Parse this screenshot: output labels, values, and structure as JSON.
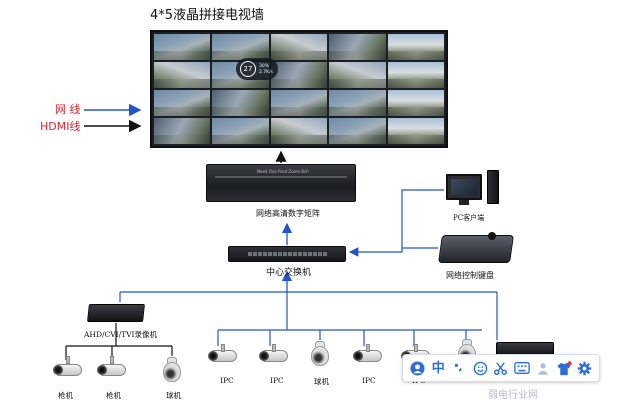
{
  "video_wall": {
    "title": "4*5液晶拼接电视墙",
    "rows": 4,
    "cols": 5,
    "overlay": {
      "temperature": "27",
      "line1": "30%",
      "line2": "2.7K/s"
    }
  },
  "legend": {
    "network_label": "网 线",
    "hdmi_label": "HDMI线",
    "network_color": "#2455c8",
    "hdmi_color": "#111111"
  },
  "devices": {
    "matrix": {
      "label": "网络高清数字矩阵",
      "brand": "Need One Root Zoom Bch"
    },
    "switch": {
      "label": "中心交换机"
    },
    "pc": {
      "label": "PC客户端"
    },
    "keyboard": {
      "label": "网络控制键盘"
    },
    "dvr": {
      "label": "AHD/CVI/TVI录像机"
    }
  },
  "cameras_left": [
    {
      "type": "bullet",
      "label": "枪机"
    },
    {
      "type": "bullet",
      "label": "枪机"
    },
    {
      "type": "dome",
      "label": "球机"
    }
  ],
  "cameras_right": [
    {
      "type": "bullet",
      "label": "IPC"
    },
    {
      "type": "bullet",
      "label": "IPC"
    },
    {
      "type": "dome",
      "label": "球机"
    },
    {
      "type": "bullet",
      "label": "IPC"
    },
    {
      "type": "bullet",
      "label": "IPC"
    }
  ],
  "toolbar": {
    "mode_label": "中",
    "icons": [
      "user-icon",
      "punctuation-icon",
      "emoji-icon",
      "scissors-icon",
      "keyboard-icon",
      "person-icon",
      "shirt-icon",
      "gear-icon"
    ]
  },
  "watermark": "弱电行业网"
}
